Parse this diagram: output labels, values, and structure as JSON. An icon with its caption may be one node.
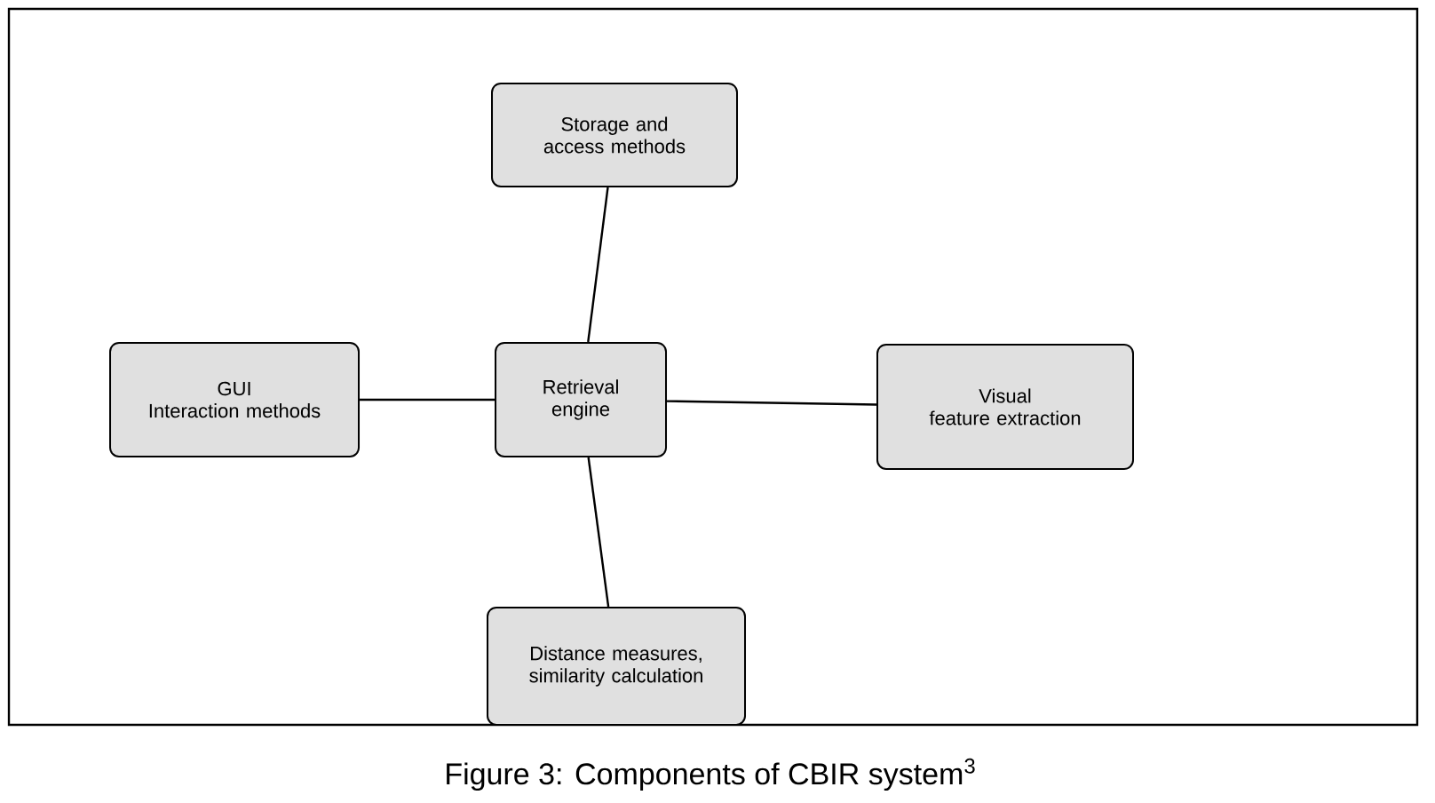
{
  "diagram": {
    "caption": "Figure 3: Components of CBIR system$^{3}$",
    "nodes": [
      {
        "text": [
          "Storage and access methods"
        ]
      },
      {
        "text": [
          "GUI",
          "Interaction methods"
        ]
      },
      {
        "text": [
          "Retrieval engine"
        ]
      },
      {
        "text": [
          "Visual",
          "feature extraction"
        ]
      },
      {
        "text": [
          "Distance measures, similarity calculation"
        ]
      }
    ],
    "edges": [
      {
        "from": 2,
        "to": 0,
        "arrow": "none"
      },
      {
        "from": 2,
        "to": 1,
        "arrow": "none"
      },
      {
        "from": 2,
        "to": 3,
        "arrow": "none"
      },
      {
        "from": 2,
        "to": 4,
        "arrow": "none"
      }
    ]
  }
}
